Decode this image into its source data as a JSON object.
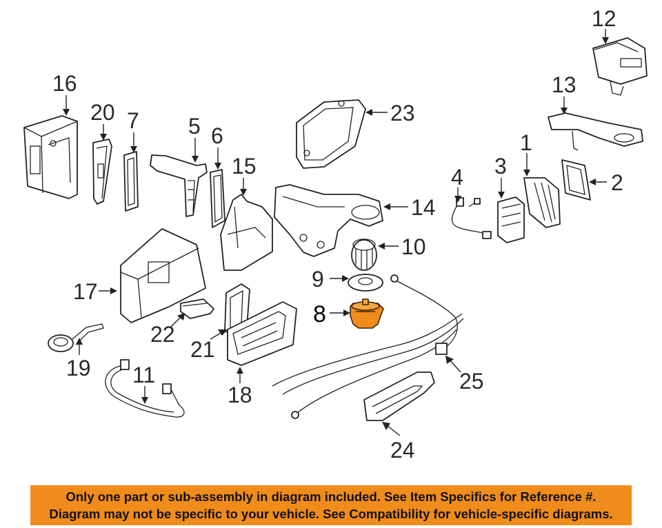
{
  "diagram": {
    "callouts": [
      {
        "id": "1",
        "label": "1"
      },
      {
        "id": "2",
        "label": "2"
      },
      {
        "id": "3",
        "label": "3"
      },
      {
        "id": "4",
        "label": "4"
      },
      {
        "id": "5",
        "label": "5"
      },
      {
        "id": "6",
        "label": "6"
      },
      {
        "id": "7",
        "label": "7"
      },
      {
        "id": "8",
        "label": "8",
        "highlighted": true
      },
      {
        "id": "9",
        "label": "9"
      },
      {
        "id": "10",
        "label": "10"
      },
      {
        "id": "11",
        "label": "11"
      },
      {
        "id": "12",
        "label": "12"
      },
      {
        "id": "13",
        "label": "13"
      },
      {
        "id": "14",
        "label": "14"
      },
      {
        "id": "15",
        "label": "15"
      },
      {
        "id": "16",
        "label": "16"
      },
      {
        "id": "17",
        "label": "17"
      },
      {
        "id": "18",
        "label": "18"
      },
      {
        "id": "19",
        "label": "19"
      },
      {
        "id": "20",
        "label": "20"
      },
      {
        "id": "21",
        "label": "21"
      },
      {
        "id": "22",
        "label": "22"
      },
      {
        "id": "23",
        "label": "23"
      },
      {
        "id": "24",
        "label": "24"
      },
      {
        "id": "25",
        "label": "25"
      }
    ],
    "highlight_color": "#f08c1c",
    "line_color": "#222222"
  },
  "banner": {
    "line1": "Only one part or sub-assembly in diagram included. See Item Specifics for Reference #.",
    "line2": "Diagram may not be specific to your vehicle. See Compatibility for vehicle-specific diagrams.",
    "background": "#f08c1c"
  }
}
